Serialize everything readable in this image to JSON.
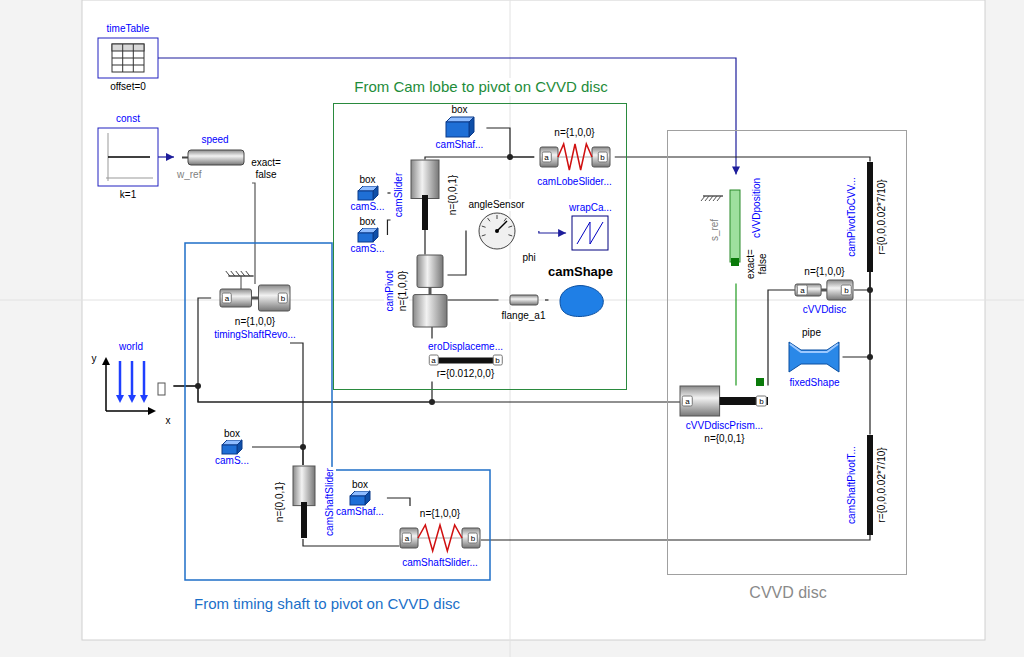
{
  "diagram": {
    "nodes": [
      {
        "text": [
          "timeTable",
          "offset=0"
        ]
      },
      {
        "text": [
          "const",
          "k=1"
        ]
      },
      {
        "text": [
          "speed",
          "w_ref",
          "exact= false"
        ]
      },
      {
        "text": [
          "From Cam lobe to pivot on CVVD disc"
        ]
      },
      {
        "text": [
          "box",
          "camShaf..."
        ],
        "in": 3
      },
      {
        "text": [
          "n={1,0,0}",
          "a",
          "b",
          "camLobeSlider..."
        ],
        "in": 3
      },
      {
        "text": [
          "box",
          "camS..."
        ],
        "in": 3
      },
      {
        "text": [
          "camSlider",
          "n={0,0,1}"
        ],
        "in": 3
      },
      {
        "text": [
          "box",
          "camS..."
        ],
        "in": 3
      },
      {
        "text": [
          "angleSensor",
          "phi"
        ],
        "in": 3
      },
      {
        "text": [
          "wrapCa..."
        ],
        "in": 3
      },
      {
        "text": [
          "camPivot",
          "n={1,0,0}"
        ],
        "in": 3
      },
      {
        "text": [
          "flange_a1"
        ],
        "in": 3
      },
      {
        "text": [
          "camShape"
        ],
        "in": 3
      },
      {
        "text": [
          "eroDisplaceme...",
          "a",
          "b",
          "r={0.012,0,0}"
        ],
        "in": 3
      },
      {
        "text": [
          "CVVD disc"
        ]
      },
      {
        "text": [
          "s_ref",
          "cVVDposition",
          "exact= false"
        ],
        "in": 15
      },
      {
        "text": [
          "camPivotToCVV...",
          "r={0,0,0.02*7/10}"
        ],
        "in": 15
      },
      {
        "text": [
          "n={1,0,0}",
          "a",
          "b",
          "cVVDdisc"
        ],
        "in": 15
      },
      {
        "text": [
          "pipe",
          "fixedShape"
        ],
        "in": 15
      },
      {
        "text": [
          "a",
          "b",
          "cVVDdiscPrism...",
          "n={0,0,1}"
        ],
        "in": 15
      },
      {
        "text": [
          "camShaftPivotT...",
          "r={0,0,0.02*7/10}"
        ],
        "in": 15
      },
      {
        "text": [
          "world",
          "y",
          "x"
        ]
      },
      {
        "text": [
          "From timing shaft to pivot on CVVD disc"
        ]
      },
      {
        "text": [
          "a",
          "b",
          "n={1,0,0}",
          "timingShaftRevo..."
        ],
        "in": 23
      },
      {
        "text": [
          "box",
          "camS..."
        ],
        "in": 23
      },
      {
        "text": [
          "camShaftSlider",
          "n={0,0,1}"
        ],
        "in": 23
      },
      {
        "text": [
          "box",
          "camShaf..."
        ],
        "in": 23
      },
      {
        "text": [
          "n={1,0,0}",
          "a",
          "b",
          "camShaftSlider..."
        ],
        "in": 23
      }
    ],
    "edges": [
      {
        "from": 0,
        "to": 16,
        "arrow": "to"
      },
      {
        "from": 1,
        "to": 2,
        "arrow": "to"
      },
      {
        "from": 2,
        "to": 24,
        "arrow": "none"
      },
      {
        "from": 22,
        "to": 24,
        "arrow": "none"
      },
      {
        "from": 22,
        "to": 20,
        "arrow": "none"
      },
      {
        "from": 22,
        "to": 14,
        "arrow": "none"
      },
      {
        "from": 14,
        "to": 11,
        "arrow": "none"
      },
      {
        "from": 7,
        "to": 11,
        "arrow": "none"
      },
      {
        "from": 7,
        "to": 5,
        "arrow": "none"
      },
      {
        "from": 4,
        "to": 5,
        "arrow": "none"
      },
      {
        "from": 6,
        "to": 7,
        "arrow": "none"
      },
      {
        "from": 8,
        "to": 7,
        "arrow": "none"
      },
      {
        "from": 11,
        "to": 9,
        "arrow": "none"
      },
      {
        "from": 9,
        "to": 10,
        "arrow": "to"
      },
      {
        "from": 11,
        "to": 12,
        "arrow": "none"
      },
      {
        "from": 12,
        "to": 13,
        "arrow": "none"
      },
      {
        "from": 5,
        "to": 17,
        "arrow": "none"
      },
      {
        "from": 18,
        "to": 17,
        "arrow": "none"
      },
      {
        "from": 19,
        "to": 17,
        "arrow": "none"
      },
      {
        "from": 21,
        "to": 17,
        "arrow": "none"
      },
      {
        "from": 18,
        "to": 20,
        "arrow": "none"
      },
      {
        "from": 16,
        "to": 20,
        "arrow": "none"
      },
      {
        "from": 24,
        "to": 26,
        "arrow": "none"
      },
      {
        "from": 25,
        "to": 26,
        "arrow": "none"
      },
      {
        "from": 26,
        "to": 28,
        "arrow": "none"
      },
      {
        "from": 27,
        "to": 28,
        "arrow": "none"
      },
      {
        "from": 28,
        "to": 21,
        "arrow": "none"
      }
    ]
  }
}
